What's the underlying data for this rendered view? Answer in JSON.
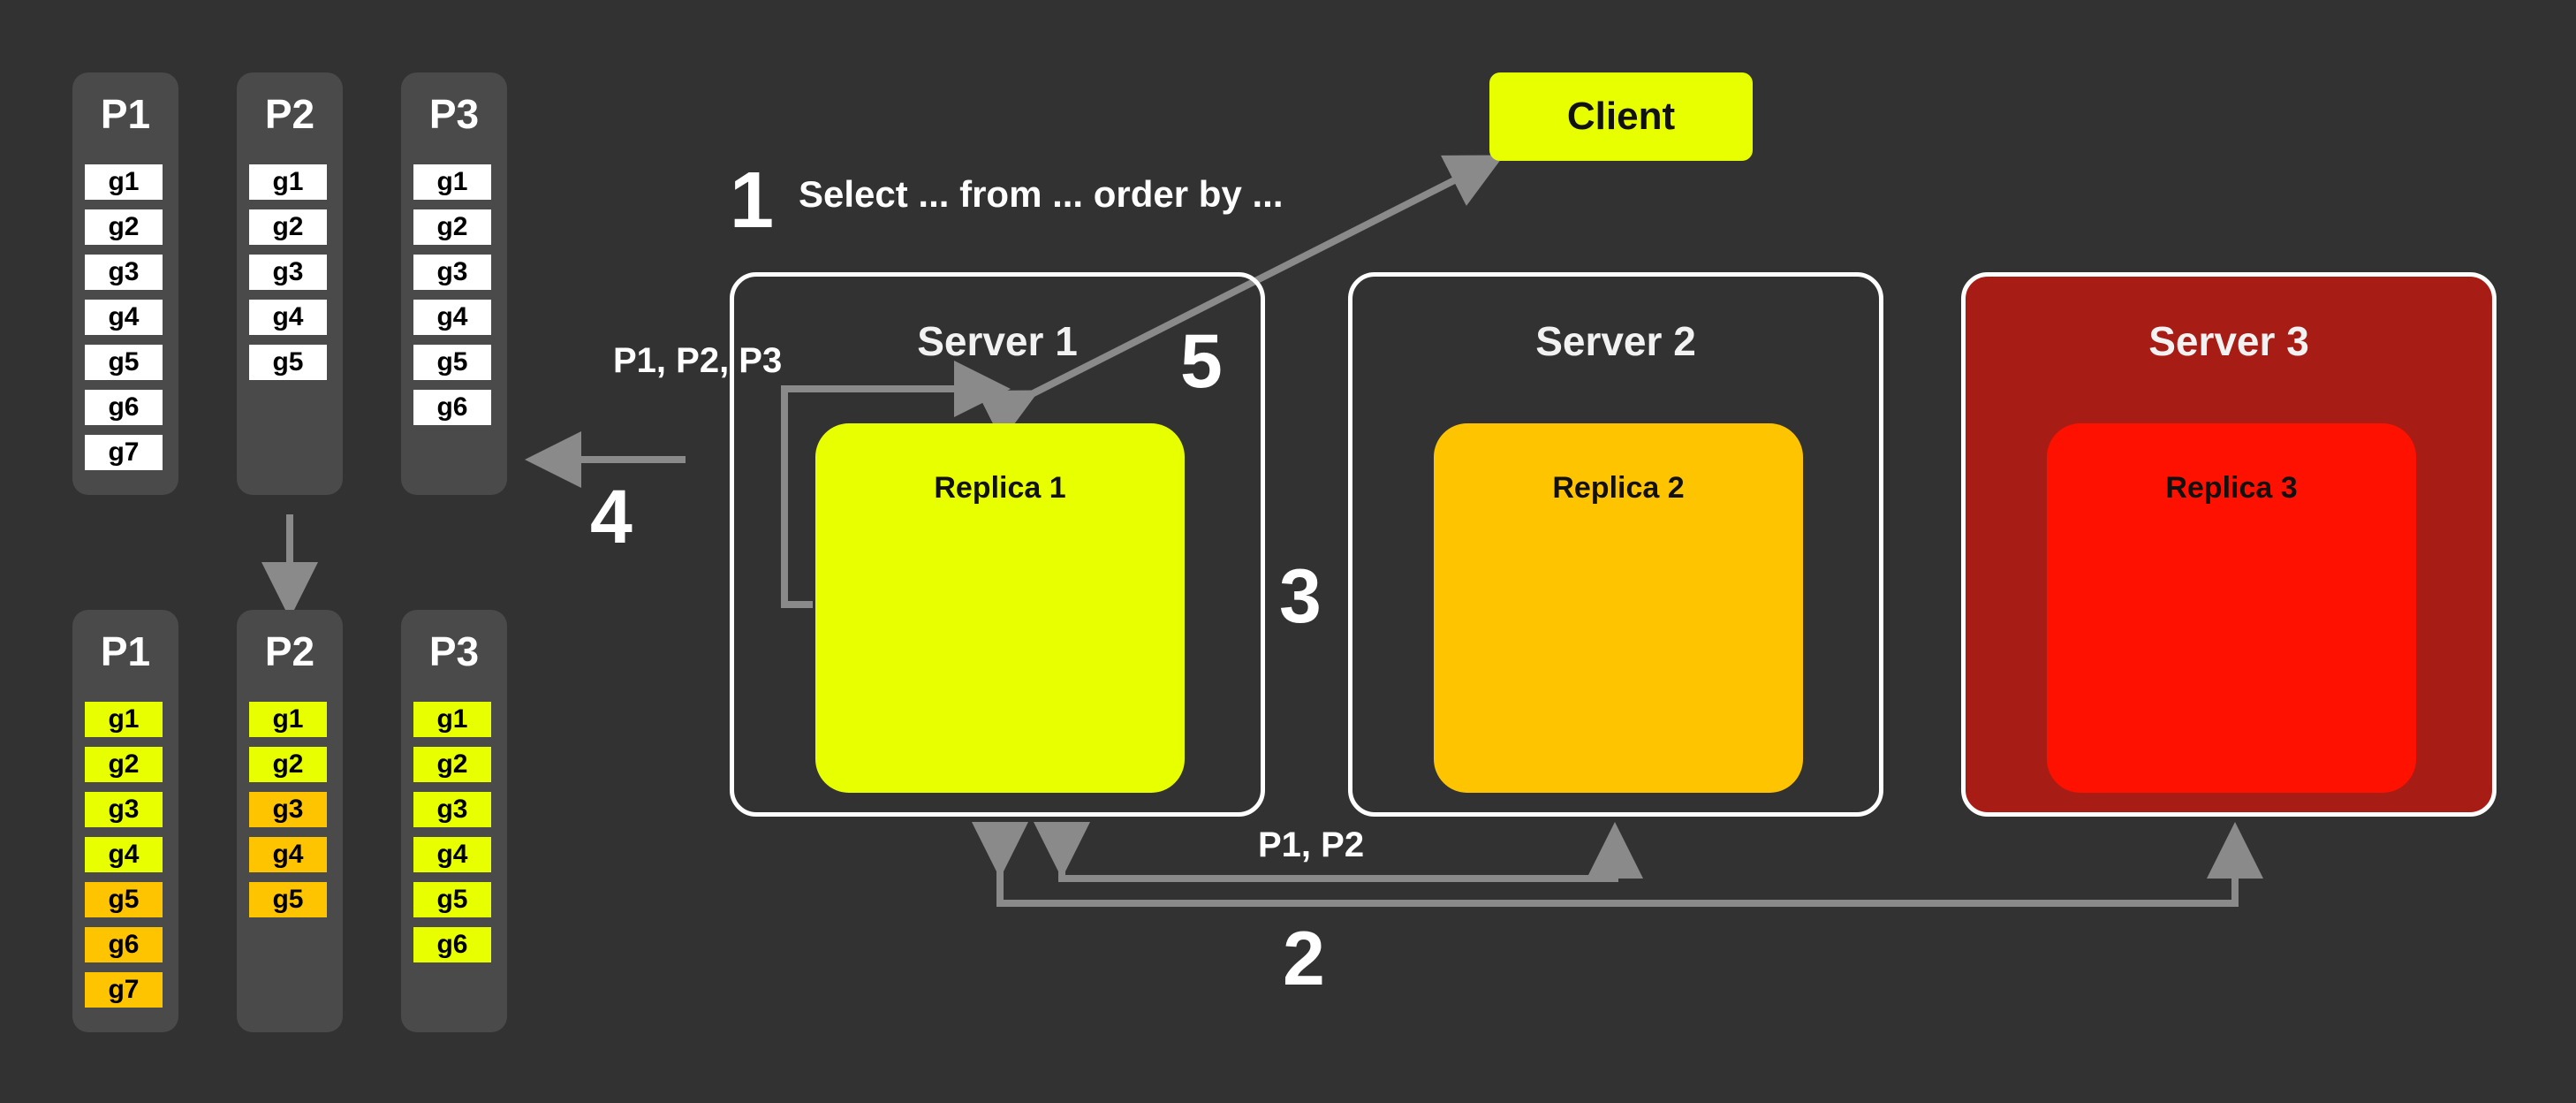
{
  "partitions_before": [
    {
      "label": "P1",
      "groups": [
        "g1",
        "g2",
        "g3",
        "g4",
        "g5",
        "g6",
        "g7"
      ]
    },
    {
      "label": "P2",
      "groups": [
        "g1",
        "g2",
        "g3",
        "g4",
        "g5"
      ]
    },
    {
      "label": "P3",
      "groups": [
        "g1",
        "g2",
        "g3",
        "g4",
        "g5",
        "g6"
      ]
    }
  ],
  "partitions_after": [
    {
      "label": "P1",
      "groups": [
        {
          "name": "g1",
          "color": "#e8ff00"
        },
        {
          "name": "g2",
          "color": "#e8ff00"
        },
        {
          "name": "g3",
          "color": "#e8ff00"
        },
        {
          "name": "g4",
          "color": "#e8ff00"
        },
        {
          "name": "g5",
          "color": "#ffc400"
        },
        {
          "name": "g6",
          "color": "#ffc400"
        },
        {
          "name": "g7",
          "color": "#ffc400"
        }
      ]
    },
    {
      "label": "P2",
      "groups": [
        {
          "name": "g1",
          "color": "#e8ff00"
        },
        {
          "name": "g2",
          "color": "#e8ff00"
        },
        {
          "name": "g3",
          "color": "#ffc400"
        },
        {
          "name": "g4",
          "color": "#ffc400"
        },
        {
          "name": "g5",
          "color": "#ffc400"
        }
      ]
    },
    {
      "label": "P3",
      "groups": [
        {
          "name": "g1",
          "color": "#e8ff00"
        },
        {
          "name": "g2",
          "color": "#e8ff00"
        },
        {
          "name": "g3",
          "color": "#e8ff00"
        },
        {
          "name": "g4",
          "color": "#e8ff00"
        },
        {
          "name": "g5",
          "color": "#e8ff00"
        },
        {
          "name": "g6",
          "color": "#e8ff00"
        }
      ]
    }
  ],
  "client": {
    "label": "Client"
  },
  "query": {
    "step": "1",
    "text": "Select ... from ... order by ..."
  },
  "servers": [
    {
      "title": "Server 1",
      "replica": "Replica 1",
      "border": "#ffffff",
      "bg": "transparent",
      "replica_color": "#e8ff00"
    },
    {
      "title": "Server 2",
      "replica": "Replica 2",
      "border": "#ffffff",
      "bg": "transparent",
      "replica_color": "#ffc400"
    },
    {
      "title": "Server 3",
      "replica": "Replica 3",
      "border": "#ffffff",
      "bg": "#a71c14",
      "replica_color": "#ff1100"
    }
  ],
  "steps": {
    "two": "2",
    "three": "3",
    "four": "4",
    "five": "5"
  },
  "labels": {
    "p1p2p3": "P1, P2, P3",
    "p1p2": "P1, P2"
  },
  "colors": {
    "background": "#323232",
    "arrow": "#8a8a8a",
    "column": "#4a4a4a"
  }
}
